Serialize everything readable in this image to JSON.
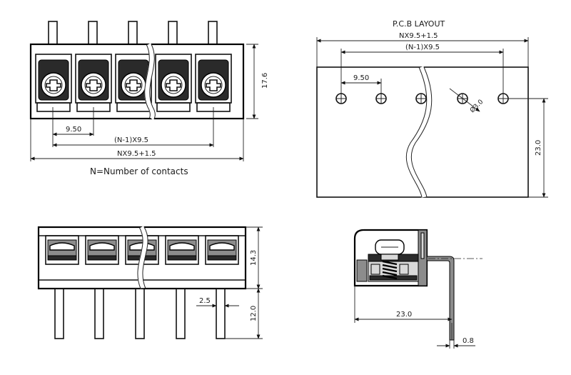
{
  "front_view": {
    "dim_height": "17.6",
    "dim_pitch": "9.50",
    "dim_span": "(N-1)X9.5",
    "dim_total": "NX9.5+1.5",
    "note": "N=Number of contacts"
  },
  "pcb_layout": {
    "title": "P.C.B LAYOUT",
    "dim_total": "NX9.5+1.5",
    "dim_span": "(N-1)X9.5",
    "dim_pitch": "9.50",
    "dim_hole": "Ø3.0",
    "dim_height": "23.0"
  },
  "rear_view": {
    "dim_body_height": "14.3",
    "dim_pin_length": "12.0",
    "dim_pin_width": "2.5"
  },
  "side_view": {
    "dim_depth": "23.0",
    "dim_pin_thickness": "0.8"
  }
}
